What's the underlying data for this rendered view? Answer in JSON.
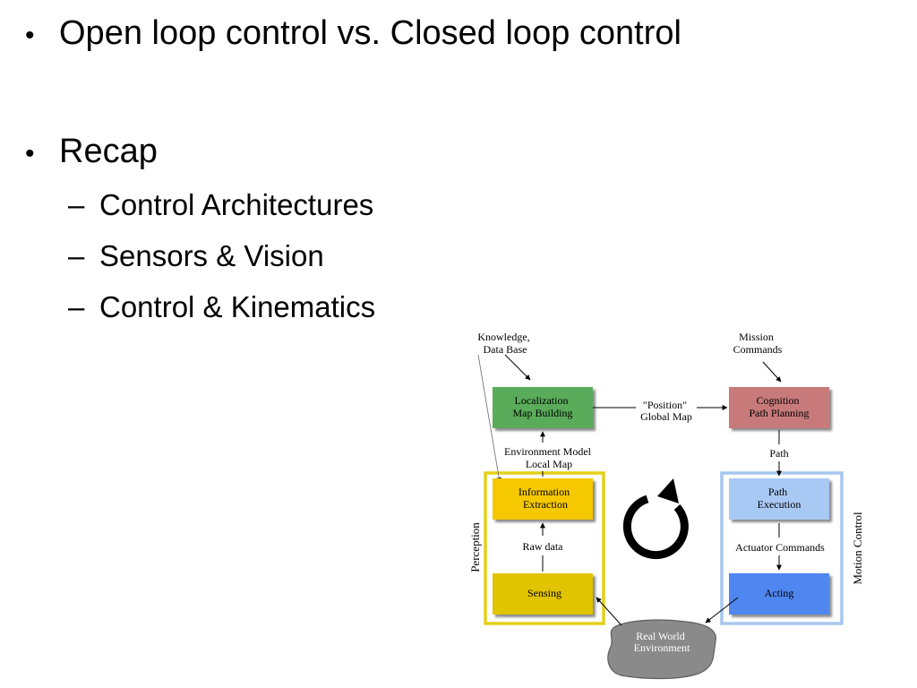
{
  "slide": {
    "bullets": [
      {
        "marker": "•",
        "text": "Open loop control vs. Closed loop control"
      },
      {
        "marker": "•",
        "text": "Recap",
        "subitems": [
          {
            "marker": "–",
            "text": "Control Architectures"
          },
          {
            "marker": "–",
            "text": "Sensors & Vision"
          },
          {
            "marker": "–",
            "text": "Control & Kinematics"
          }
        ]
      }
    ]
  },
  "diagram": {
    "knowledge_label": [
      "Knowledge,",
      "Data Base"
    ],
    "mission_label": [
      "Mission",
      "Commands"
    ],
    "localization_box": [
      "Localization",
      "Map Building"
    ],
    "position_label": [
      "\"Position\"",
      "Global Map"
    ],
    "cognition_box": [
      "Cognition",
      "Path Planning"
    ],
    "env_model_label": [
      "Environment Model",
      "Local Map"
    ],
    "path_label": "Path",
    "info_box": [
      "Information",
      "Extraction"
    ],
    "path_exec_box": [
      "Path",
      "Execution"
    ],
    "raw_data_label": "Raw data",
    "actuator_label": "Actuator Commands",
    "sensing_box": "Sensing",
    "acting_box": "Acting",
    "perception_label": "Perception",
    "motion_label": "Motion Control",
    "real_world_label": [
      "Real World",
      "Environment"
    ],
    "cycle_icon": "clockwise-cycle-arrow",
    "colors": {
      "localization": "#5aac5a",
      "cognition": "#c87a7a",
      "info": "#f5c800",
      "sensing": "#e1c400",
      "path_exec": "#a9c9f5",
      "acting": "#4f86ef",
      "perception_frame": "#e3d019",
      "motion_frame": "#a6c7ef",
      "real_world": "#8a8a8a"
    }
  }
}
